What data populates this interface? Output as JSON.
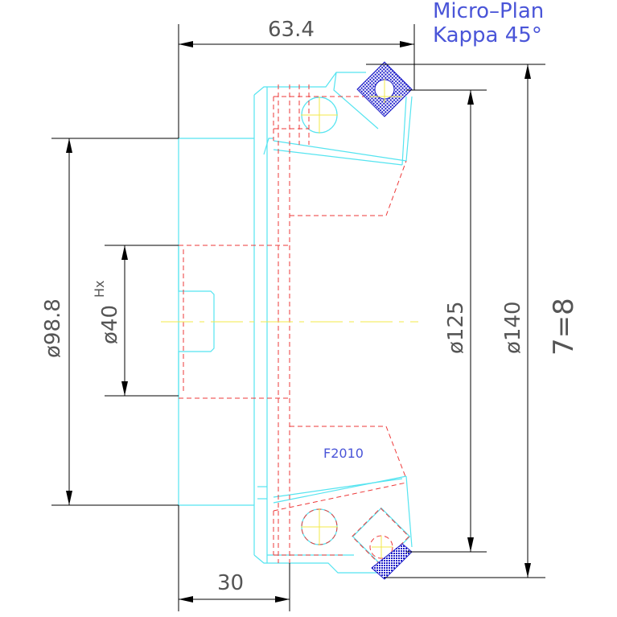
{
  "title": {
    "line1": "Micro–Plan",
    "line2": "Kappa 45°"
  },
  "dimensions": {
    "top_width": "63.4",
    "bottom_width": "30",
    "bore_diameter": "ø98.8",
    "hub_diameter": "ø40",
    "hub_suffix": "Hx",
    "diameter_125": "ø125",
    "diameter_140": "ø140",
    "teeth": "7=8"
  },
  "labels": {
    "insert_code": "F2010"
  },
  "colors": {
    "title": "#4a55d8",
    "outline": "#55e4f0",
    "hidden": "#ee3a3a",
    "dimension": "#000000",
    "centerline": "#f3e84a",
    "insert": "#1d1dc8"
  }
}
